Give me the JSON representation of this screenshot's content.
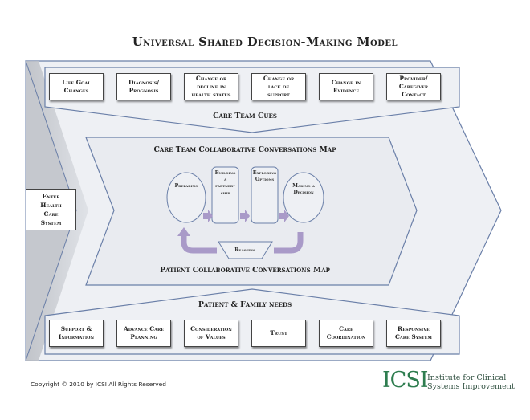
{
  "title": "Universal Shared Decision-Making Model",
  "entry": {
    "label": "Enter\nHealth\nCare\nSystem"
  },
  "care_team_cues": {
    "title": "Care Team Cues",
    "items": [
      "Life Goal\nChanges",
      "Diagnosis/\nPrognosis",
      "Change or\ndecline in\nhealth status",
      "Change or\nlack of\nsupport",
      "Change in\nEvidence",
      "Provider/\nCaregiver\nContact"
    ]
  },
  "conversations_map": {
    "care_team_title": "Care Team Collaborative Conversations Map",
    "patient_title": "Patient Collaborative Conversations Map",
    "steps": {
      "preparing": "Preparing",
      "building": "Building\na\npartner-\nship",
      "exploring": "Exploring\nOptions",
      "deciding": "Making a\nDecision",
      "reassess": "Reassess"
    }
  },
  "patient_family_needs": {
    "title": "Patient & Family needs",
    "items": [
      "Support &\nInformation",
      "Advance Care\nPlanning",
      "Consideration\nof Values",
      "Trust",
      "Care\nCoordination",
      "Responsive\nCare System"
    ]
  },
  "footer": {
    "copyright": "Copyright © 2010 by ICSI All Rights Reserved",
    "logo_text": "ICSI",
    "org_name": "Institute for Clinical\nSystems Improvement"
  },
  "colors": {
    "frame_fill": "#eef0f4",
    "frame_stroke": "#6a7fa8",
    "arrow_purple": "#a99ac8",
    "logo_green": "#2e7d4f"
  }
}
